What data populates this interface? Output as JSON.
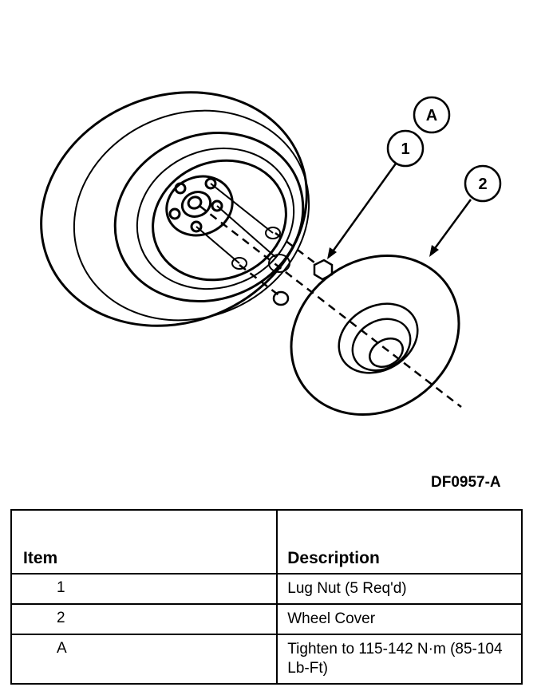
{
  "callouts": {
    "a": "A",
    "one": "1",
    "two": "2"
  },
  "figure_id": "DF0957-A",
  "legend": {
    "headers": {
      "item": "Item",
      "description": "Description"
    },
    "rows": [
      {
        "item": "1",
        "description": "Lug Nut  (5 Req'd)"
      },
      {
        "item": "2",
        "description": "Wheel Cover"
      },
      {
        "item": "A",
        "description": "Tighten to 115-142 N·m (85-104 Lb-Ft)"
      }
    ]
  }
}
